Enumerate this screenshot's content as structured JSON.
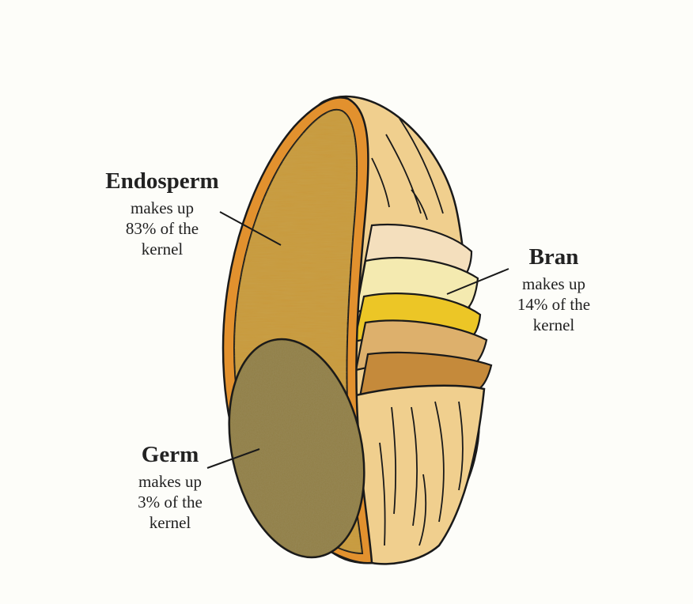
{
  "labels": {
    "endosperm": {
      "title": "Endosperm",
      "line1": "makes up",
      "line2": "83% of the",
      "line3": "kernel",
      "percent": 83
    },
    "bran": {
      "title": "Bran",
      "line1": "makes up",
      "line2": "14% of the",
      "line3": "kernel",
      "percent": 14
    },
    "germ": {
      "title": "Germ",
      "line1": "makes up",
      "line2": "3% of the",
      "line3": "kernel",
      "percent": 3
    }
  },
  "colors": {
    "background": "#fdfdf9",
    "outline": "#1a1a1a",
    "husk": "#f0cf8e",
    "husk_shadow": "#e5bd74",
    "endosperm": "#c9993c",
    "endosperm_rim": "#e2912e",
    "germ": "#8f7c42",
    "bran_layer_1": "#f4dfbd",
    "bran_layer_2": "#f4eab0",
    "bran_layer_3": "#ecc626",
    "bran_layer_4": "#ddb06c",
    "bran_layer_5": "#c58a3b"
  }
}
